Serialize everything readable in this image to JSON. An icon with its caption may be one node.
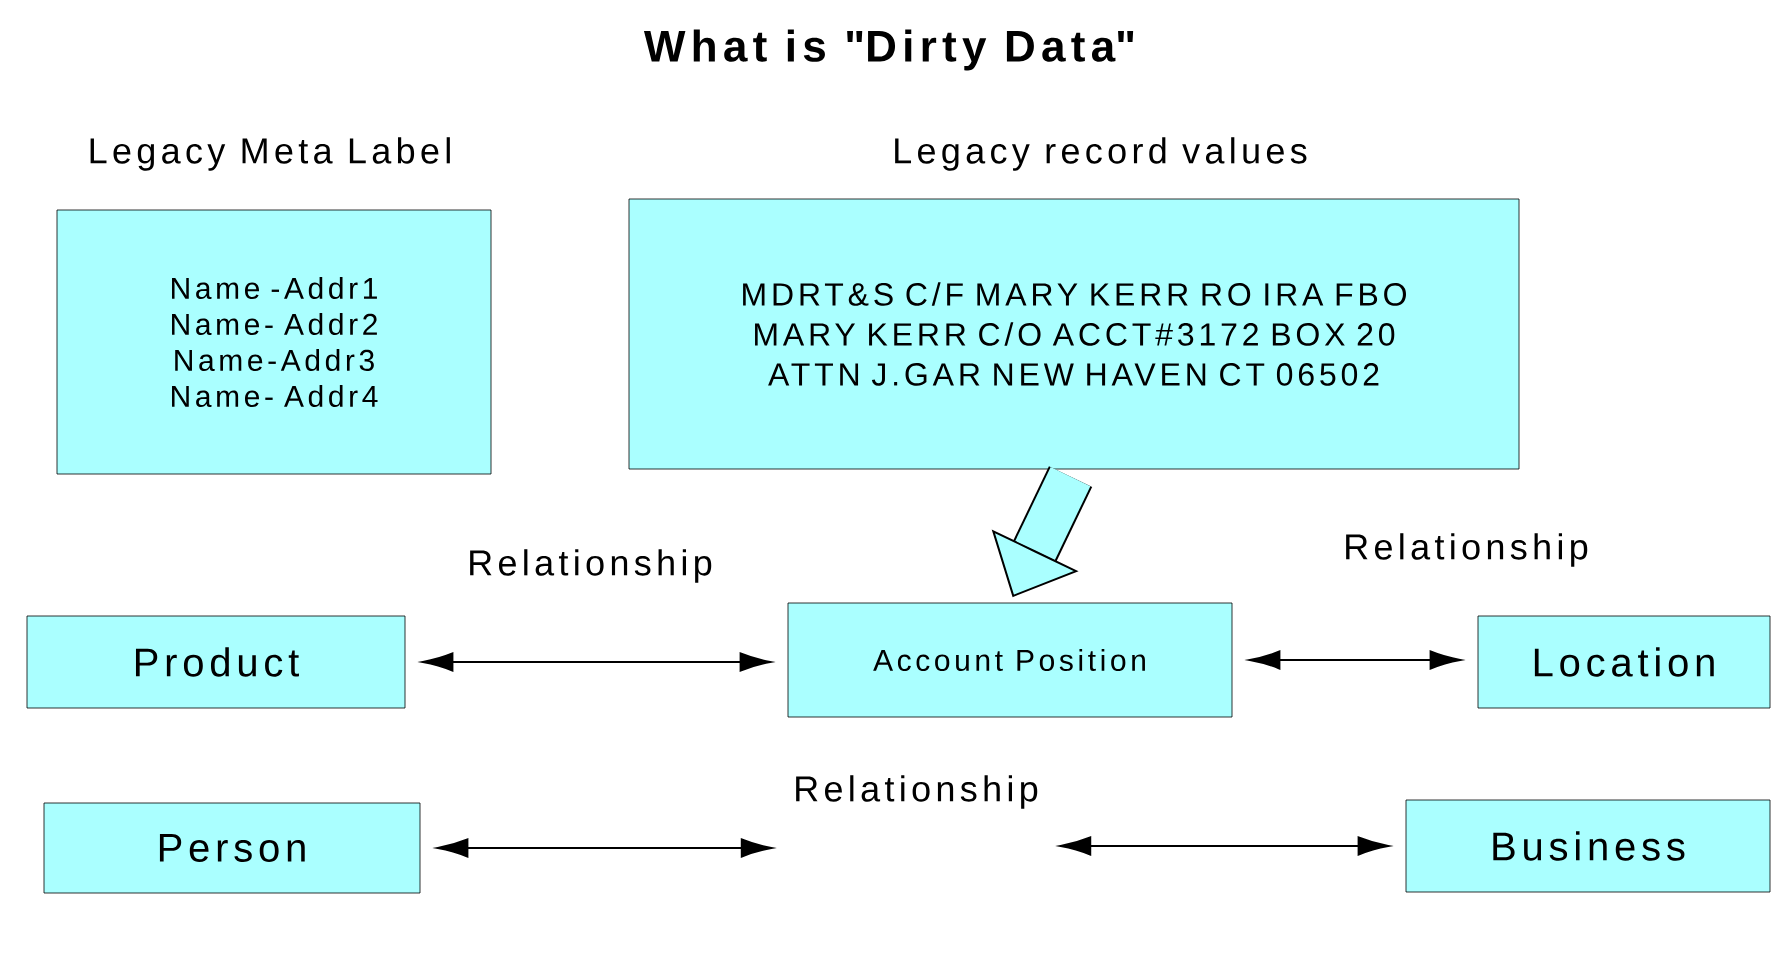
{
  "diagram": {
    "title": "What is \"Dirty Data\"",
    "nodes": [
      {
        "text": [
          "Legacy Meta Label",
          "Name -Addr1 Name- Addr2 Name-Addr3 Name- Addr4"
        ]
      },
      {
        "text": [
          "Legacy record values",
          "MDRT&S C/F MARY KERR RO IRA FBO MARY KERR C/O ACCT#3172 BOX 20 ATTN J.GAR NEW HAVEN CT 06502"
        ]
      },
      {
        "text": [
          "Product"
        ]
      },
      {
        "text": [
          "Account Position"
        ]
      },
      {
        "text": [
          "Location"
        ]
      },
      {
        "text": [
          "Person"
        ]
      },
      {
        "text": [
          "Relationship"
        ]
      },
      {
        "text": [
          "Business"
        ]
      }
    ],
    "edges": [
      {
        "from": 1,
        "to": 3,
        "arrow": "to",
        "style": "thick"
      },
      {
        "from": 2,
        "to": 3,
        "arrow": "both",
        "label": "Relationship"
      },
      {
        "from": 3,
        "to": 4,
        "arrow": "both",
        "label": "Relationship"
      },
      {
        "from": 5,
        "to": 6,
        "arrow": "both"
      },
      {
        "from": 6,
        "to": 7,
        "arrow": "both"
      }
    ]
  }
}
